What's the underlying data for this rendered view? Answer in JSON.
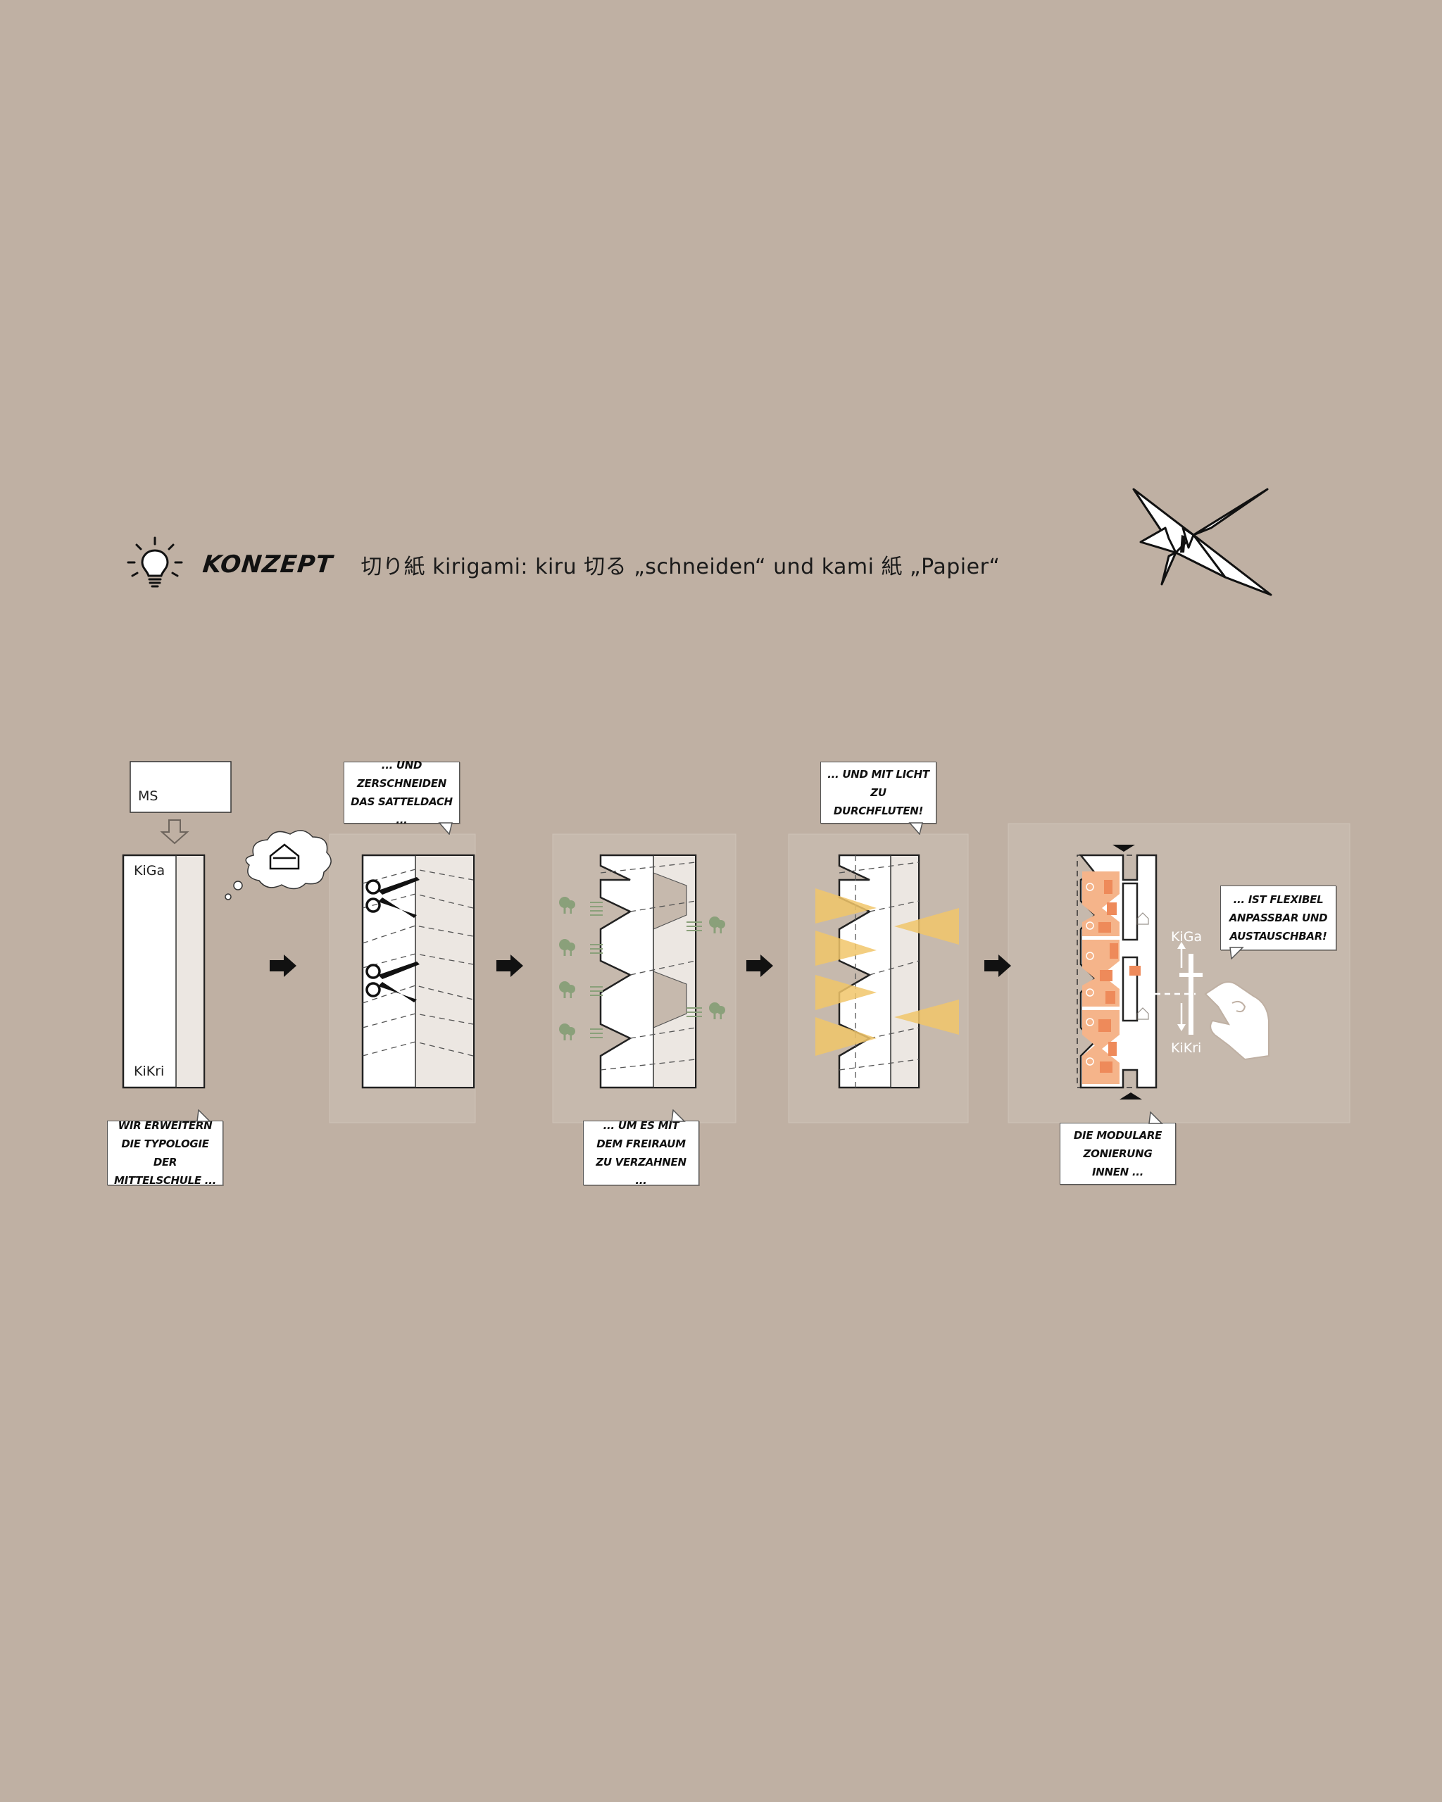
{
  "header": {
    "title": "KONZEPT",
    "subtitle": "切り紙 kirigami: kiru 切る „schneiden“ und kami 紙 „Papier“"
  },
  "step1": {
    "ms_label": "MS",
    "kiga_label": "KiGa",
    "kikri_label": "KiKri",
    "caption": "WIR ERWEITERN DIE TYPOLOGIE DER MITTELSCHULE ..."
  },
  "step2": {
    "caption": "... UND ZERSCHNEIDEN DAS SATTELDACH ..."
  },
  "step3": {
    "caption": "... UM ES MIT DEM FREIRAUM ZU VERZAHNEN ..."
  },
  "step4": {
    "caption": "... UND MIT LICHT ZU DURCHFLUTEN!"
  },
  "step5": {
    "caption": "DIE MODULARE ZONIERUNG INNEN ...",
    "caption2": "... IST FLEXIBEL ANPASSBAR UND AUSTAUSCHBAR!",
    "kiga_label": "KiGa",
    "kikri_label": "KiKri"
  },
  "colors": {
    "background": "#bfb0a3",
    "light": "#f1c66a",
    "zone_orange": "#f5b48a",
    "zone_accent": "#ee8a5a",
    "freiraum_green": "#8aa07a"
  },
  "icons": [
    "lightbulb-icon",
    "origami-crane-icon",
    "scissors-icon",
    "house-icon",
    "tree-icon",
    "hand-icon",
    "arrow-right-icon"
  ]
}
